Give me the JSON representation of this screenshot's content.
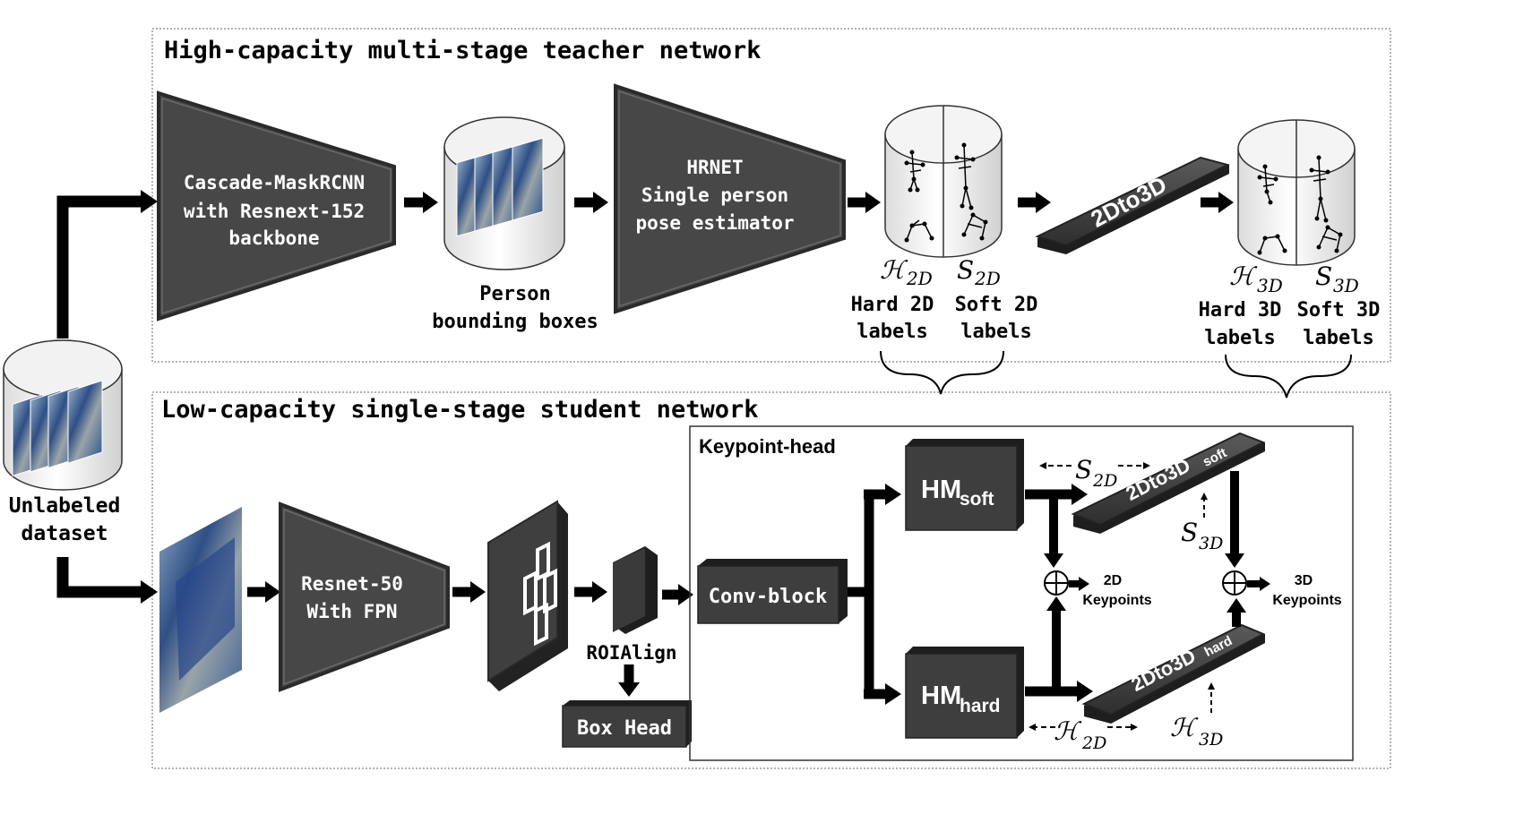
{
  "teacher": {
    "title": "High-capacity multi-stage teacher network",
    "detector": [
      "Cascade-MaskRCNN",
      "with Resnext-152",
      "backbone"
    ],
    "boxes_caption": [
      "Person",
      "bounding boxes"
    ],
    "pose": [
      "HRNET",
      "Single person",
      "pose estimator"
    ],
    "lift": "2Dto3D",
    "h2d_symbol": "ℋ",
    "h2d_sub": "2D",
    "s2d_symbol": "S",
    "s2d_sub": "2D",
    "hard2d": [
      "Hard 2D",
      "labels"
    ],
    "soft2d": [
      "Soft 2D",
      "labels"
    ],
    "h3d_symbol": "ℋ",
    "h3d_sub": "3D",
    "s3d_symbol": "S",
    "s3d_sub": "3D",
    "hard3d": [
      "Hard 3D",
      "labels"
    ],
    "soft3d": [
      "Soft 3D",
      "labels"
    ]
  },
  "dataset": [
    "Unlabeled",
    "dataset"
  ],
  "student": {
    "title": "Low-capacity single-stage student network",
    "backbone": [
      "Resnet-50",
      "With FPN"
    ],
    "roi": "ROIAlign",
    "box_head": "Box Head",
    "keypoint_head": "Keypoint-head",
    "conv_block": "Conv-block",
    "hm_soft_main": "HM",
    "hm_soft_sub": "soft",
    "hm_hard_main": "HM",
    "hm_hard_sub": "hard",
    "lift_soft_main": "2Dto3D",
    "lift_soft_sub": "soft",
    "lift_hard_main": "2Dto3D",
    "lift_hard_sub": "hard",
    "kp2d": [
      "2D",
      "Keypoints"
    ],
    "kp3d": [
      "3D",
      "Keypoints"
    ],
    "s2d_symbol": "S",
    "s2d_sub": "2D",
    "s3d_symbol": "S",
    "s3d_sub": "3D",
    "h2d_symbol": "ℋ",
    "h2d_sub": "2D",
    "h3d_symbol": "ℋ",
    "h3d_sub": "3D"
  },
  "colors": {
    "block": "#474747",
    "block_dark": "#2a2a2a",
    "frame": "#9a9a9a"
  }
}
